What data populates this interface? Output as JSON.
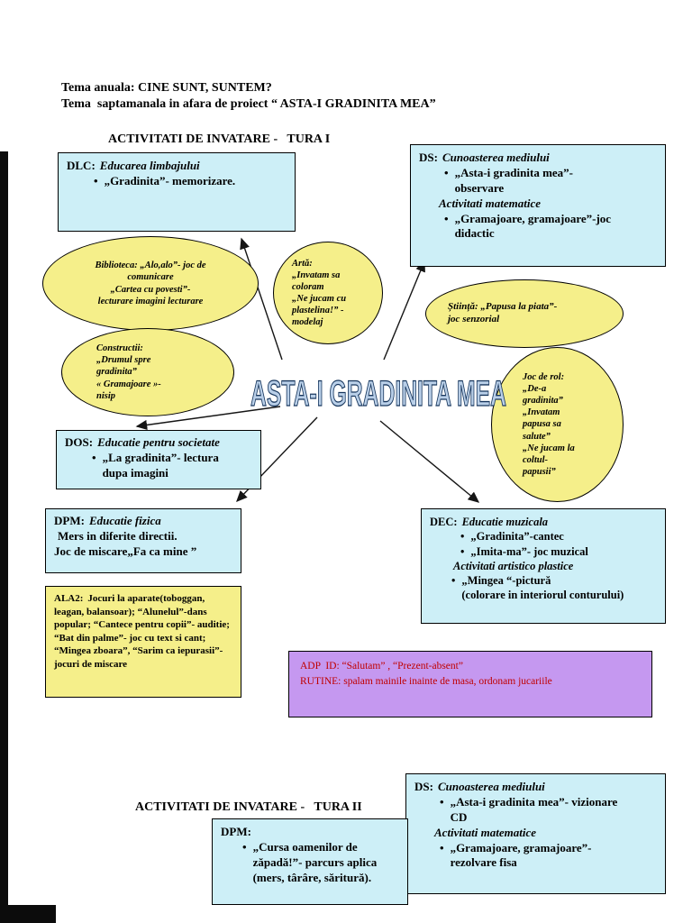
{
  "colors": {
    "page-bg": "#ffffff",
    "cyan-box": "#cdeff7",
    "yellow-fill": "#f5ef8a",
    "purple-box": "#c598f0",
    "box-border": "#000000",
    "red-text": "#c00000",
    "art-fill": "#b9cfe8",
    "art-stroke": "#17365d",
    "ink": "#000000"
  },
  "page": {
    "header_line1": "Tema anuala: CINE SUNT, SUNTEM?",
    "header_line2": "Tema  saptamanala in afara de proiect “ ASTA-I GRADINITA MEA”",
    "section1_title": "ACTIVITATI DE INVATARE -   TURA I",
    "section2_title": "ACTIVITATI DE INVATARE -   TURA II",
    "center_title": "ASTA-I GRADINITA MEA"
  },
  "boxes": {
    "dlc": {
      "code": "DLC:",
      "title": "Educarea limbajului",
      "item1": "„Gradinita”- memorizare."
    },
    "ds1": {
      "code": "DS:",
      "title": "Cunoasterea mediului",
      "item1": "„Asta-i gradinita mea”-\nobservare",
      "subtitle": "Activitati matematice",
      "item2": "„Gramajoare, gramajoare”-joc\ndidactic"
    },
    "dos": {
      "code": "DOS:",
      "title": "Educatie pentru societate",
      "item1": "„La gradinita”- lectura\ndupa imagini"
    },
    "dpm1": {
      "code": "DPM:",
      "title": "Educatie fizica",
      "line2": "Mers in diferite directii.",
      "line3": "Joc de miscare„Fa ca mine ”"
    },
    "dec": {
      "code": "DEC:",
      "title": "Educatie muzicala",
      "item1": "„Gradinita”-cantec",
      "item2": "„Imita-ma”- joc muzical",
      "subtitle": "Activitati artistico plastice",
      "item3": "„Mingea “-pictură\n(colorare in interiorul conturului)"
    },
    "ala2": {
      "label": "ALA2:",
      "text": "Jocuri la aparate(toboggan, leagan, balansoar); “Alunelul”-dans popular; “Cantece pentru copii”- auditie; “Bat din palme”- joc cu text si cant; “Mingea zboara”, “Sarim ca iepurasii”- jocuri de miscare"
    },
    "adp": {
      "line1": "ADP  ID: “Salutam” , “Prezent-absent”",
      "line2": "RUTINE: spalam mainile inainte de masa, ordonam jucariile"
    },
    "ds2": {
      "code": "DS:",
      "title": "Cunoasterea mediului",
      "item1": "„Asta-i gradinita mea”- vizionare\nCD",
      "subtitle": "Activitati matematice",
      "item2": "„Gramajoare, gramajoare”-\nrezolvare fisa"
    },
    "dpm2": {
      "code": "DPM:",
      "item1": "„Cursa oamenilor de\nzăpadă!”- parcurs aplica\n(mers, târâre, săritură)."
    }
  },
  "ellipses": {
    "biblioteca": "Biblioteca: „Alo,alo”- joc de\ncomunicare\n„Cartea cu povesti”-\nlecturare imagini lecturare",
    "arta": "Artă:\n„Invatam sa\ncoloram\n„Ne jucam cu\nplastelina!” -\nmodelaj",
    "stiinta": "Știință: „Papusa la piata”-\njoc senzorial",
    "constructii": "Constructii:\n„Drumul spre\ngradinita”\n« Gramajoare »-\nnisip",
    "joc_de_rol": "Joc de rol:\n„De-a\ngradinita”\n„Invatam\npapusa sa\nsalute”\n„Ne jucam la\ncoltul-\npapusii”"
  }
}
